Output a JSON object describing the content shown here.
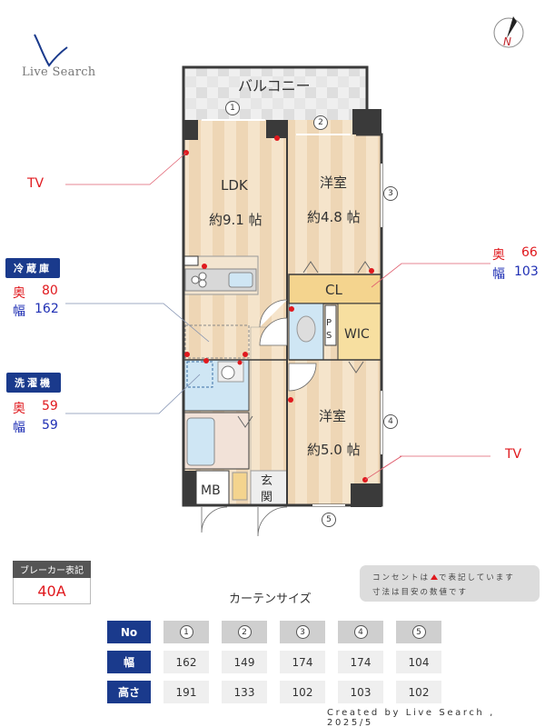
{
  "logo": {
    "text": "Live Search"
  },
  "compass": {
    "label": "N"
  },
  "plan": {
    "balcony": "バルコニー",
    "rooms": {
      "ldk": {
        "name": "LDK",
        "size": "約9.1 帖"
      },
      "western1": {
        "name": "洋室",
        "size": "約4.8 帖"
      },
      "western2": {
        "name": "洋室",
        "size": "約5.0 帖"
      },
      "closet": "CL",
      "ps": "PS",
      "wic": "WIC",
      "mb": "MB",
      "entrance": "玄関"
    },
    "windows": [
      "1",
      "2",
      "3",
      "4",
      "5"
    ]
  },
  "annotations": {
    "tv_left": "TV",
    "tv_right": "TV",
    "fridge": {
      "label": "冷蔵庫",
      "depth_label": "奥",
      "depth": "80",
      "width_label": "幅",
      "width": "162"
    },
    "washer": {
      "label": "洗濯機",
      "depth_label": "奥",
      "depth": "59",
      "width_label": "幅",
      "width": "59"
    },
    "closet_dims": {
      "depth_label": "奥",
      "depth": "66",
      "width_label": "幅",
      "width": "103"
    }
  },
  "breaker": {
    "title": "ブレーカー表記",
    "value": "40A"
  },
  "note": {
    "line1_a": "コンセントは",
    "line1_b": "で表記しています",
    "line2": "寸法は目安の数値です"
  },
  "curtain": {
    "title": "カーテンサイズ",
    "headers": {
      "no": "No",
      "width": "幅",
      "height": "高さ"
    },
    "numbers": [
      "1",
      "2",
      "3",
      "4",
      "5"
    ],
    "widths": [
      "162",
      "149",
      "174",
      "174",
      "104"
    ],
    "heights": [
      "191",
      "133",
      "102",
      "103",
      "102"
    ]
  },
  "credit": "Created by Live Search , 2025/5",
  "colors": {
    "accent_navy": "#1a3a8c",
    "outlet_red": "#e0191e",
    "wall": "#3a3a3a",
    "floor": "#f3dfc3"
  }
}
